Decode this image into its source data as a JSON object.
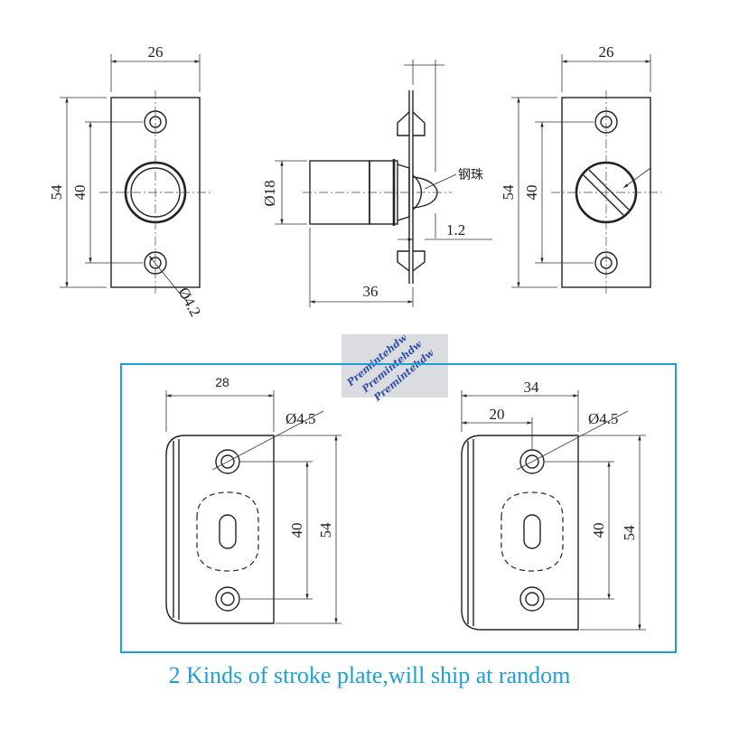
{
  "top_left": {
    "width": "26",
    "height": "54",
    "hole_spacing": "40",
    "hole_dia": "Ø4.2"
  },
  "side_view": {
    "dia": "Ø18",
    "length": "36",
    "plate_thickness": "1.2",
    "ball_label": "钢珠"
  },
  "top_right": {
    "width": "26",
    "height": "54",
    "hole_spacing": "40"
  },
  "watermark": {
    "text": "Premintehdw"
  },
  "strike_left": {
    "width": "28",
    "hole_dia": "Ø4.5",
    "hole_spacing": "40",
    "height": "54"
  },
  "strike_right": {
    "width": "34",
    "offset": "20",
    "hole_dia": "Ø4.5",
    "hole_spacing": "40",
    "height": "54"
  },
  "caption": "2 Kinds of stroke plate,will ship at random",
  "colors": {
    "accent": "#1e9fd6",
    "line": "#222222"
  }
}
